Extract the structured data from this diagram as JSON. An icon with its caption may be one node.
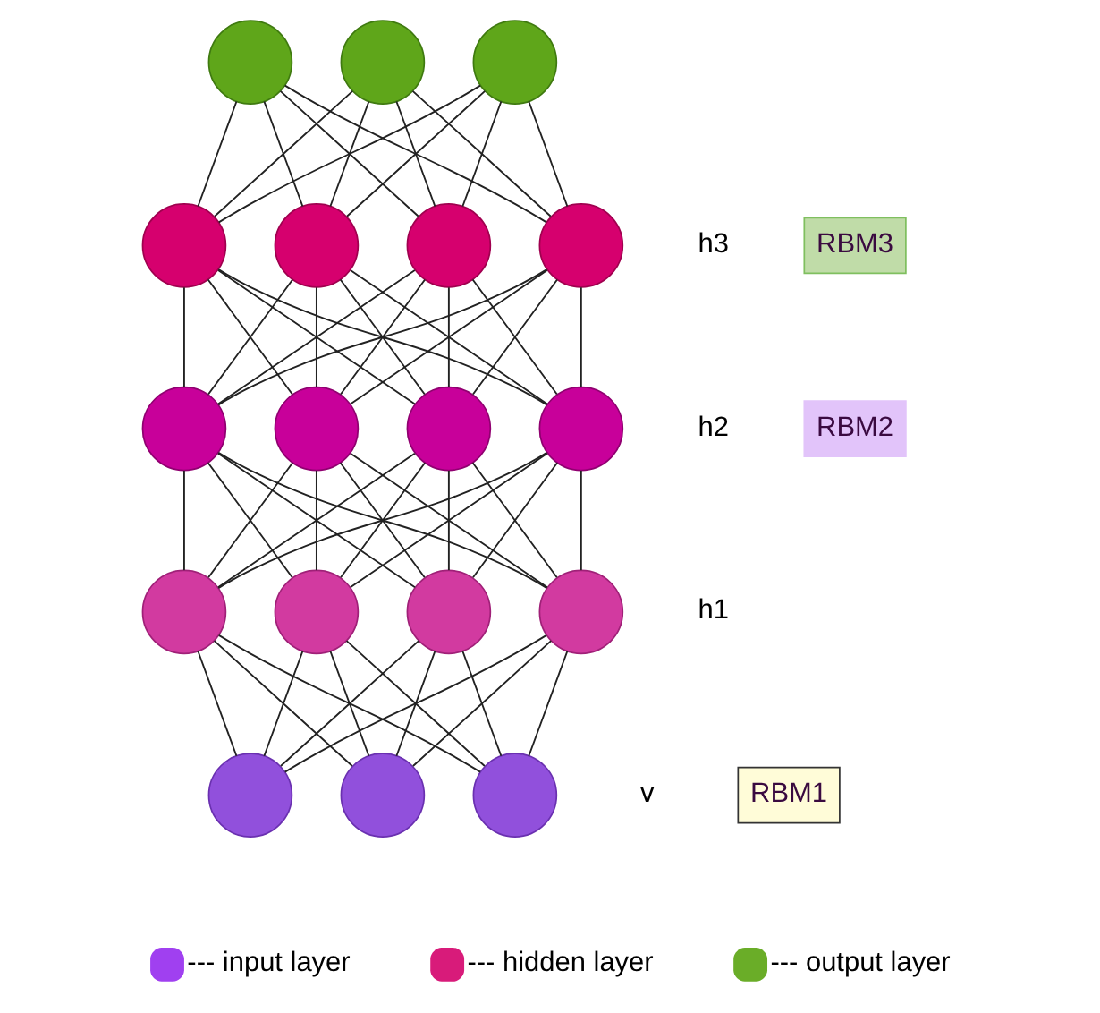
{
  "diagram": {
    "nodes": [
      {
        "text": [],
        "shape": "circle"
      },
      {
        "text": [],
        "shape": "circle"
      },
      {
        "text": [],
        "shape": "circle"
      },
      {
        "text": [],
        "shape": "circle"
      },
      {
        "text": [],
        "shape": "circle"
      },
      {
        "text": [],
        "shape": "circle"
      },
      {
        "text": [],
        "shape": "circle"
      },
      {
        "text": [],
        "shape": "circle"
      },
      {
        "text": [],
        "shape": "circle"
      },
      {
        "text": [],
        "shape": "circle"
      },
      {
        "text": [],
        "shape": "circle"
      },
      {
        "text": [],
        "shape": "circle"
      },
      {
        "text": [],
        "shape": "circle"
      },
      {
        "text": [],
        "shape": "circle"
      },
      {
        "text": [],
        "shape": "circle"
      },
      {
        "text": [],
        "shape": "circle"
      },
      {
        "text": [],
        "shape": "circle"
      },
      {
        "text": [],
        "shape": "circle"
      },
      {
        "text": [
          "RBM3"
        ]
      },
      {
        "text": [
          "RBM2"
        ]
      },
      {
        "text": [
          "RBM1"
        ]
      }
    ],
    "edges": [
      {
        "from": 0,
        "to": 3,
        "arrow": "none"
      },
      {
        "from": 0,
        "to": 4,
        "arrow": "none"
      },
      {
        "from": 0,
        "to": 5,
        "arrow": "none"
      },
      {
        "from": 0,
        "to": 6,
        "arrow": "none"
      },
      {
        "from": 1,
        "to": 3,
        "arrow": "none"
      },
      {
        "from": 1,
        "to": 4,
        "arrow": "none"
      },
      {
        "from": 1,
        "to": 5,
        "arrow": "none"
      },
      {
        "from": 1,
        "to": 6,
        "arrow": "none"
      },
      {
        "from": 2,
        "to": 3,
        "arrow": "none"
      },
      {
        "from": 2,
        "to": 4,
        "arrow": "none"
      },
      {
        "from": 2,
        "to": 5,
        "arrow": "none"
      },
      {
        "from": 2,
        "to": 6,
        "arrow": "none"
      },
      {
        "from": 3,
        "to": 7,
        "arrow": "none"
      },
      {
        "from": 3,
        "to": 8,
        "arrow": "none"
      },
      {
        "from": 3,
        "to": 9,
        "arrow": "none"
      },
      {
        "from": 3,
        "to": 10,
        "arrow": "none"
      },
      {
        "from": 4,
        "to": 7,
        "arrow": "none"
      },
      {
        "from": 4,
        "to": 8,
        "arrow": "none"
      },
      {
        "from": 4,
        "to": 9,
        "arrow": "none"
      },
      {
        "from": 4,
        "to": 10,
        "arrow": "none"
      },
      {
        "from": 5,
        "to": 7,
        "arrow": "none"
      },
      {
        "from": 5,
        "to": 8,
        "arrow": "none"
      },
      {
        "from": 5,
        "to": 9,
        "arrow": "none"
      },
      {
        "from": 5,
        "to": 10,
        "arrow": "none"
      },
      {
        "from": 6,
        "to": 7,
        "arrow": "none"
      },
      {
        "from": 6,
        "to": 8,
        "arrow": "none"
      },
      {
        "from": 6,
        "to": 9,
        "arrow": "none"
      },
      {
        "from": 6,
        "to": 10,
        "arrow": "none"
      },
      {
        "from": 7,
        "to": 11,
        "arrow": "none"
      },
      {
        "from": 7,
        "to": 12,
        "arrow": "none"
      },
      {
        "from": 7,
        "to": 13,
        "arrow": "none"
      },
      {
        "from": 7,
        "to": 14,
        "arrow": "none"
      },
      {
        "from": 8,
        "to": 11,
        "arrow": "none"
      },
      {
        "from": 8,
        "to": 12,
        "arrow": "none"
      },
      {
        "from": 8,
        "to": 13,
        "arrow": "none"
      },
      {
        "from": 8,
        "to": 14,
        "arrow": "none"
      },
      {
        "from": 9,
        "to": 11,
        "arrow": "none"
      },
      {
        "from": 9,
        "to": 12,
        "arrow": "none"
      },
      {
        "from": 9,
        "to": 13,
        "arrow": "none"
      },
      {
        "from": 9,
        "to": 14,
        "arrow": "none"
      },
      {
        "from": 10,
        "to": 11,
        "arrow": "none"
      },
      {
        "from": 10,
        "to": 12,
        "arrow": "none"
      },
      {
        "from": 10,
        "to": 13,
        "arrow": "none"
      },
      {
        "from": 10,
        "to": 14,
        "arrow": "none"
      },
      {
        "from": 11,
        "to": 15,
        "arrow": "none"
      },
      {
        "from": 11,
        "to": 16,
        "arrow": "none"
      },
      {
        "from": 11,
        "to": 17,
        "arrow": "none"
      },
      {
        "from": 12,
        "to": 15,
        "arrow": "none"
      },
      {
        "from": 12,
        "to": 16,
        "arrow": "none"
      },
      {
        "from": 12,
        "to": 17,
        "arrow": "none"
      },
      {
        "from": 13,
        "to": 15,
        "arrow": "none"
      },
      {
        "from": 13,
        "to": 16,
        "arrow": "none"
      },
      {
        "from": 13,
        "to": 17,
        "arrow": "none"
      },
      {
        "from": 14,
        "to": 15,
        "arrow": "none"
      },
      {
        "from": 14,
        "to": 16,
        "arrow": "none"
      },
      {
        "from": 14,
        "to": 17,
        "arrow": "none"
      }
    ],
    "labels": [
      "h3",
      "h2",
      "h1",
      "v"
    ],
    "legend": [
      {
        "text": "--- input layer",
        "color": "#a040f0"
      },
      {
        "text": "--- hidden layer",
        "color": "#d81b7a"
      },
      {
        "text": "--- output layer",
        "color": "#6aad28"
      }
    ]
  }
}
